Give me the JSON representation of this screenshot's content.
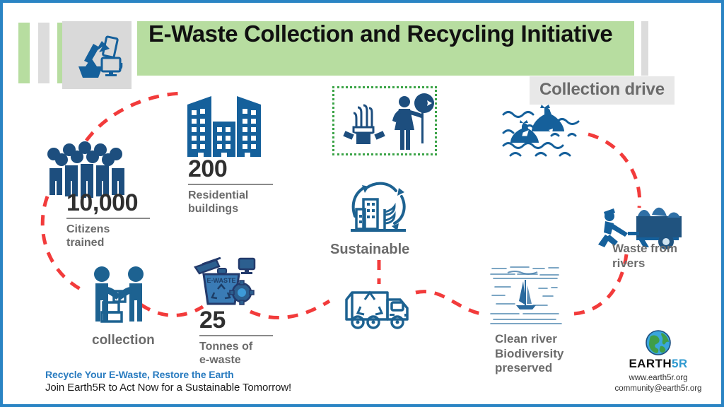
{
  "colors": {
    "frame_border": "#2a84c4",
    "band_green": "#b7dda0",
    "band_grey": "#dcdcdc",
    "badge_grey_bg": "#e8e8e8",
    "badge_text": "#6b6b6b",
    "icon_blue": "#15609b",
    "icon_dark_blue": "#1d4e7e",
    "dashed_red": "#f23b3b",
    "dotted_green": "#3aa346",
    "stat_number": "#2f2f2f",
    "stat_label": "#6b6b6b",
    "footer_blue": "#2a7cc0",
    "footer_black": "#1a1a1a",
    "brand_blue": "#2f9ad0"
  },
  "header": {
    "title": "E-Waste Collection and Recycling Initiative",
    "logo_icon": "ewaste-recycle-icon",
    "bars": [
      "green",
      "grey",
      "green",
      "green-title-band",
      "grey"
    ],
    "badge": "Collection drive"
  },
  "stats": [
    {
      "id": "citizens",
      "icon": "crowd-of-people-icon",
      "number": "10,000",
      "label": "Citizens\ntrained",
      "label_line1": "Citizens",
      "label_line2": "trained"
    },
    {
      "id": "buildings",
      "icon": "residential-buildings-icon",
      "number": "200",
      "label_line1": "Residential",
      "label_line2": "buildings"
    },
    {
      "id": "ewaste",
      "icon": "ewaste-bin-icon",
      "number": "25",
      "label_line1": "Tonnes of",
      "label_line2": "e-waste"
    }
  ],
  "nodes": [
    {
      "id": "collection",
      "icon": "two-people-handover-icon",
      "label": "collection"
    },
    {
      "id": "sustainable",
      "icon": "sustainable-city-recycle-icon",
      "label": "Sustainable"
    },
    {
      "id": "campaign",
      "icon_left": "praying-hands-icon",
      "icon_right": "person-with-sign-icon",
      "label": ""
    },
    {
      "id": "truck",
      "icon": "recycling-garbage-truck-icon",
      "label": ""
    },
    {
      "id": "river_waste",
      "icon": "garbage-bags-in-water-icon",
      "label": ""
    },
    {
      "id": "cart",
      "icon": "person-pulling-waste-cart-icon",
      "label_line1": "Waste from",
      "label_line2": "rivers"
    },
    {
      "id": "clean_river",
      "icon": "clean-river-sailboat-icon",
      "label_line1": "Clean river",
      "label_line2": "Biodiversity",
      "label_line3": "preserved"
    }
  ],
  "footer": {
    "tagline": "Recycle Your E-Waste, Restore the Earth",
    "call_to_action": "Join Earth5R to Act Now for a Sustainable Tomorrow!"
  },
  "brand": {
    "logo_icon": "earth-globe-icon",
    "name_part1": "EARTH",
    "name_part2": "5R",
    "website": "www.earth5r.org",
    "email": "community@earth5r.org"
  }
}
